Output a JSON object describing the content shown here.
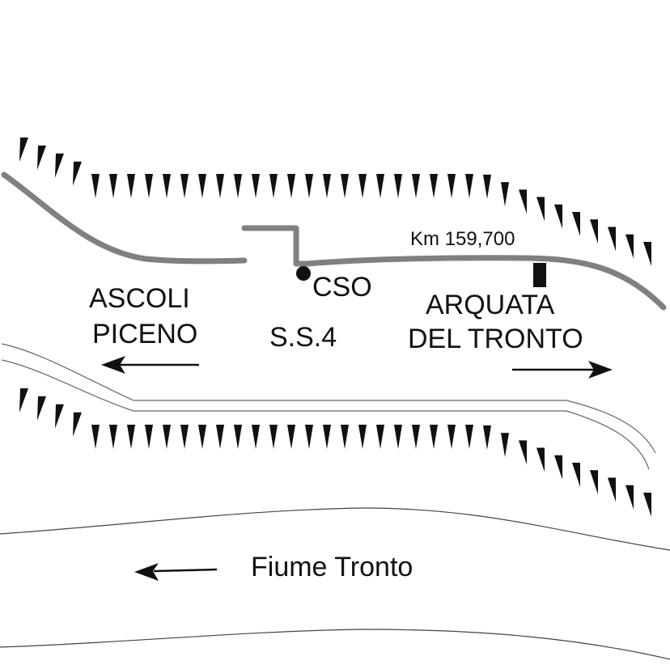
{
  "labels": {
    "ascoli_line1": "ASCOLI",
    "ascoli_line2": "PICENO",
    "cso": "CSO",
    "ss4": "S.S.4",
    "km": "Km 159,700",
    "arquata_line1": "ARQUATA",
    "arquata_line2": "DEL TRONTO",
    "river": "Fiume Tronto"
  },
  "colors": {
    "road": "#808080",
    "ink": "#111111",
    "thin_line": "#666666"
  }
}
